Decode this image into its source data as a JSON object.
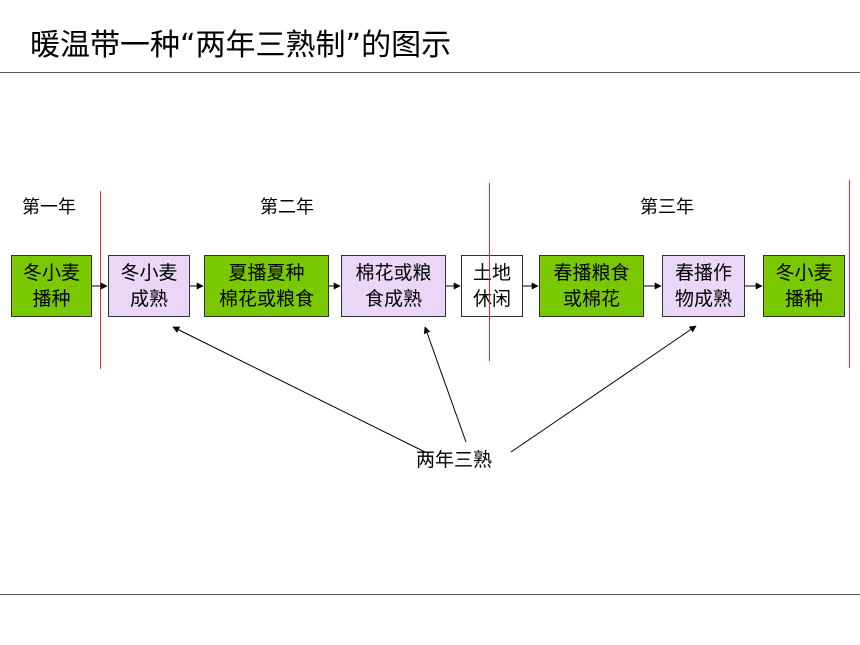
{
  "title": "暖温带一种“两年三熟制”的图示",
  "years": [
    "第一年",
    "第二年",
    "第三年"
  ],
  "steps": [
    {
      "text": "冬小麦\n播种",
      "color": "#7ac800"
    },
    {
      "text": "冬小麦\n成熟",
      "color": "#ead6f6"
    },
    {
      "text": "夏播夏种\n棉花或粮食",
      "color": "#7ac800"
    },
    {
      "text": "棉花或粮\n食成熟",
      "color": "#ead6f6"
    },
    {
      "text": "土地\n休闲",
      "color": "#ffffff"
    },
    {
      "text": "春播粮食\n或棉花",
      "color": "#7ac800"
    },
    {
      "text": "春播作\n物成熟",
      "color": "#ead6f6"
    },
    {
      "text": "冬小麦\n播种",
      "color": "#7ac800"
    }
  ],
  "harvest_label": "两年三熟",
  "colors": {
    "crop_sowing": "#7ac800",
    "crop_maturity": "#ead6f6",
    "fallow": "#ffffff",
    "year_divider": "#e03030"
  }
}
